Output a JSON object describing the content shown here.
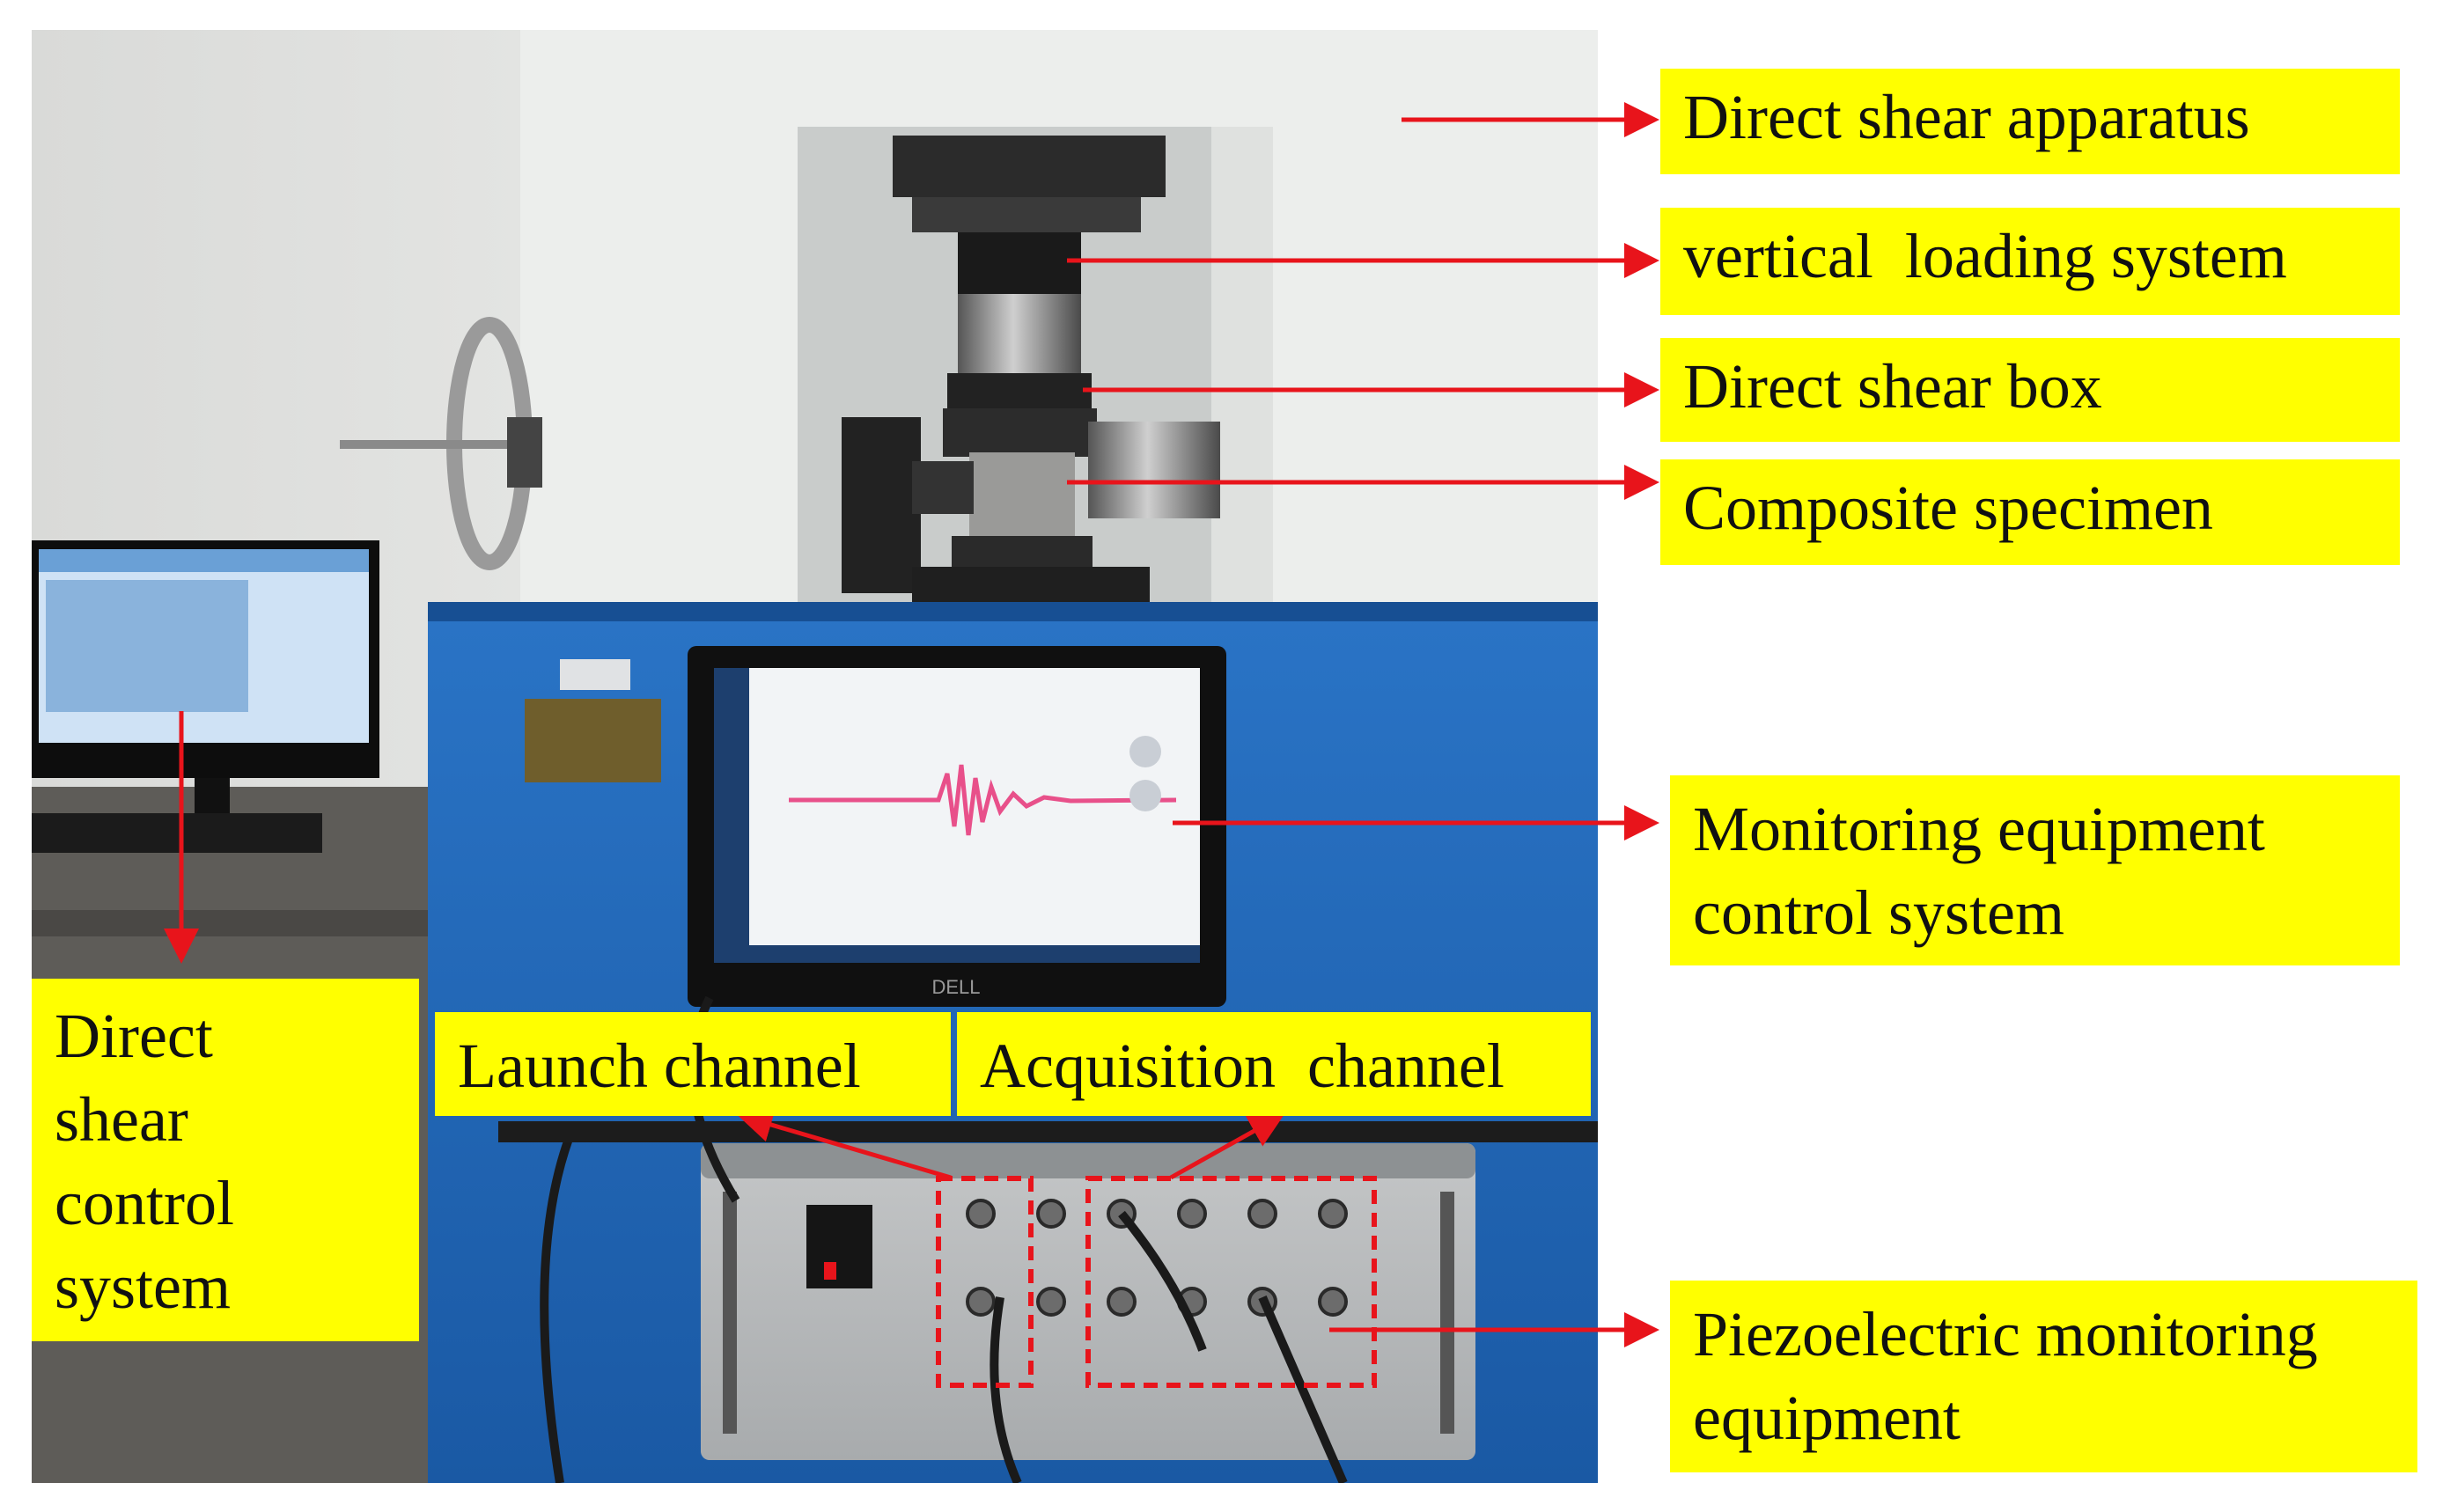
{
  "labels": {
    "direct_shear_apparatus": "Direct shear apparatus",
    "vertical_loading_system": "vertical  loading system",
    "direct_shear_box": "Direct shear box",
    "composite_specimen": "Composite specimen",
    "monitoring_equipment_control_system": "Monitoring equipment\ncontrol system",
    "direct_shear_control_system": "Direct\nshear\ncontrol\nsystem",
    "launch_channel": "Launch channel",
    "acquisition_channel": "Acquisition  channel",
    "piezoelectric_monitoring_equipment": "Piezoelectric monitoring\nequipment"
  },
  "photo_text": {
    "laptop_brand": "DELL"
  },
  "colors": {
    "label_background": "#ffff00",
    "arrow": "#e8141b",
    "dashed_box": "#e8141b",
    "cabinet_blue": "#1f64b4"
  }
}
